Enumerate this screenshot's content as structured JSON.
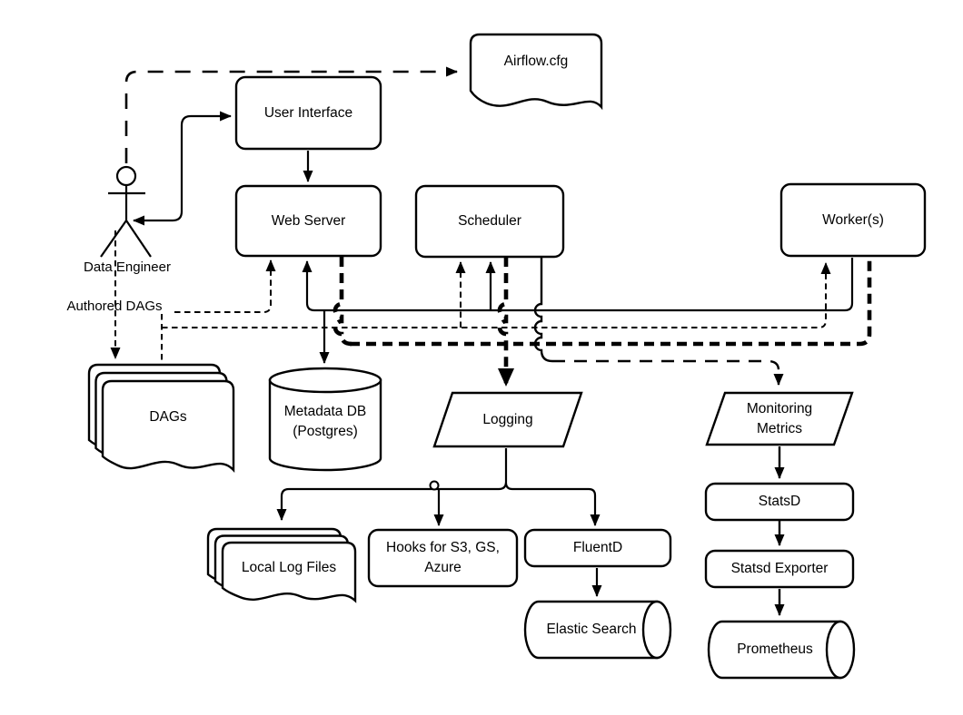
{
  "diagram": {
    "colors": {
      "line": "#000000",
      "background": "#ffffff",
      "node_fill": "#ffffff"
    },
    "nodes": {
      "airflow_cfg": {
        "label": "Airflow.cfg"
      },
      "user_interface": {
        "label": "User Interface"
      },
      "web_server": {
        "label": "Web Server"
      },
      "scheduler": {
        "label": "Scheduler"
      },
      "workers": {
        "label": "Worker(s)"
      },
      "dags": {
        "label": "DAGs"
      },
      "metadata_db": {
        "label": "Metadata DB\n(Postgres)"
      },
      "logging": {
        "label": "Logging"
      },
      "local_log_files": {
        "label": "Local Log Files"
      },
      "hooks": {
        "label": "Hooks for  S3, GS,\nAzure"
      },
      "fluentd": {
        "label": "FluentD"
      },
      "elastic_search": {
        "label": "Elastic Search"
      },
      "monitoring_metrics": {
        "label": "Monitoring\nMetrics"
      },
      "statsd": {
        "label": "StatsD"
      },
      "statsd_exporter": {
        "label": "Statsd Exporter"
      },
      "prometheus": {
        "label": "Prometheus"
      }
    },
    "annotations": {
      "actor_label": "Data Engineer",
      "authored_dags_label": "Authored DAGs"
    }
  }
}
